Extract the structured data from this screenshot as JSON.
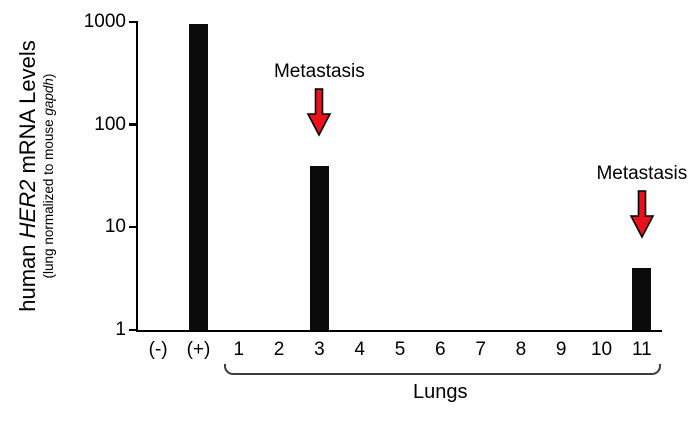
{
  "labels": {
    "y_main": [
      "human ",
      "HER2",
      " mRNA Levels"
    ],
    "y_sub": [
      "(lung normalized to mouse ",
      "gapdh",
      ")"
    ]
  },
  "chart_data": {
    "type": "bar",
    "title": "",
    "ylabel": "human HER2 mRNA Levels (lung normalized to mouse gapdh)",
    "xlabel": "Lungs",
    "y_scale": "log10",
    "ylim": [
      1,
      1000
    ],
    "y_ticks": [
      "1000",
      "100",
      "10",
      "1"
    ],
    "categories": [
      "(-)",
      "(+)",
      "1",
      "2",
      "3",
      "4",
      "5",
      "6",
      "7",
      "8",
      "9",
      "10",
      "11"
    ],
    "values": [
      null,
      950,
      null,
      null,
      40,
      null,
      null,
      null,
      null,
      null,
      null,
      null,
      4
    ],
    "bar_color": "#0b0b0b",
    "axis_color": "#000000",
    "arrow_color": "#e8111c",
    "annotations": [
      {
        "label": "Metastasis",
        "category": "3"
      },
      {
        "label": "Metastasis",
        "category": "11"
      }
    ],
    "group_bracket": {
      "label": "Lungs",
      "from": "1",
      "to": "11"
    },
    "grid": false,
    "legend": false
  }
}
